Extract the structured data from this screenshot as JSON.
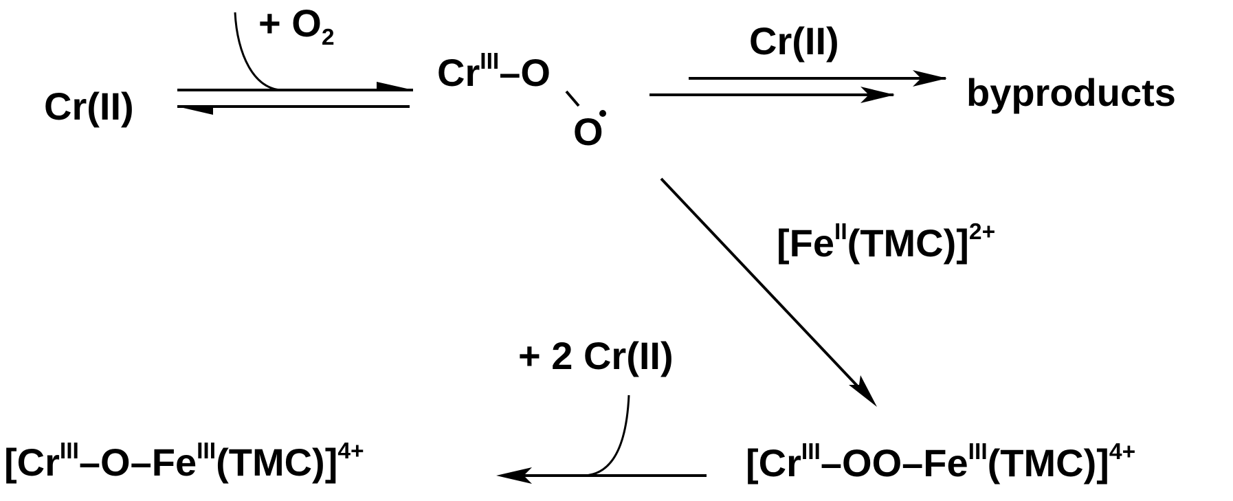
{
  "species": {
    "cr_ii": "Cr(II)",
    "cr_iii_superoxo": {
      "metal": "Cr",
      "ox": "III",
      "o1": "O",
      "o2": "O"
    },
    "byproducts": "byproducts",
    "cr_oo_fe": {
      "open": "[Cr",
      "ox1": "III",
      "mid": "–OO–Fe",
      "ox2": "III",
      "close": "(TMC)]",
      "charge": "4+"
    },
    "cr_o_fe": {
      "open": "[Cr",
      "ox1": "III",
      "mid": "–O–Fe",
      "ox2": "III",
      "close": "(TMC)]",
      "charge": "4+"
    }
  },
  "reagents": {
    "plus_o2": {
      "prefix": "+ O",
      "sub": "2"
    },
    "cr_ii_above_arrow": "Cr(II)",
    "fe_tmc": {
      "open": "[Fe",
      "ox": "II",
      "close": "(TMC)]",
      "charge": "2+"
    },
    "plus_2_cr_ii": "+ 2 Cr(II)"
  },
  "colors": {
    "ink": "#000000",
    "background": "#ffffff"
  }
}
